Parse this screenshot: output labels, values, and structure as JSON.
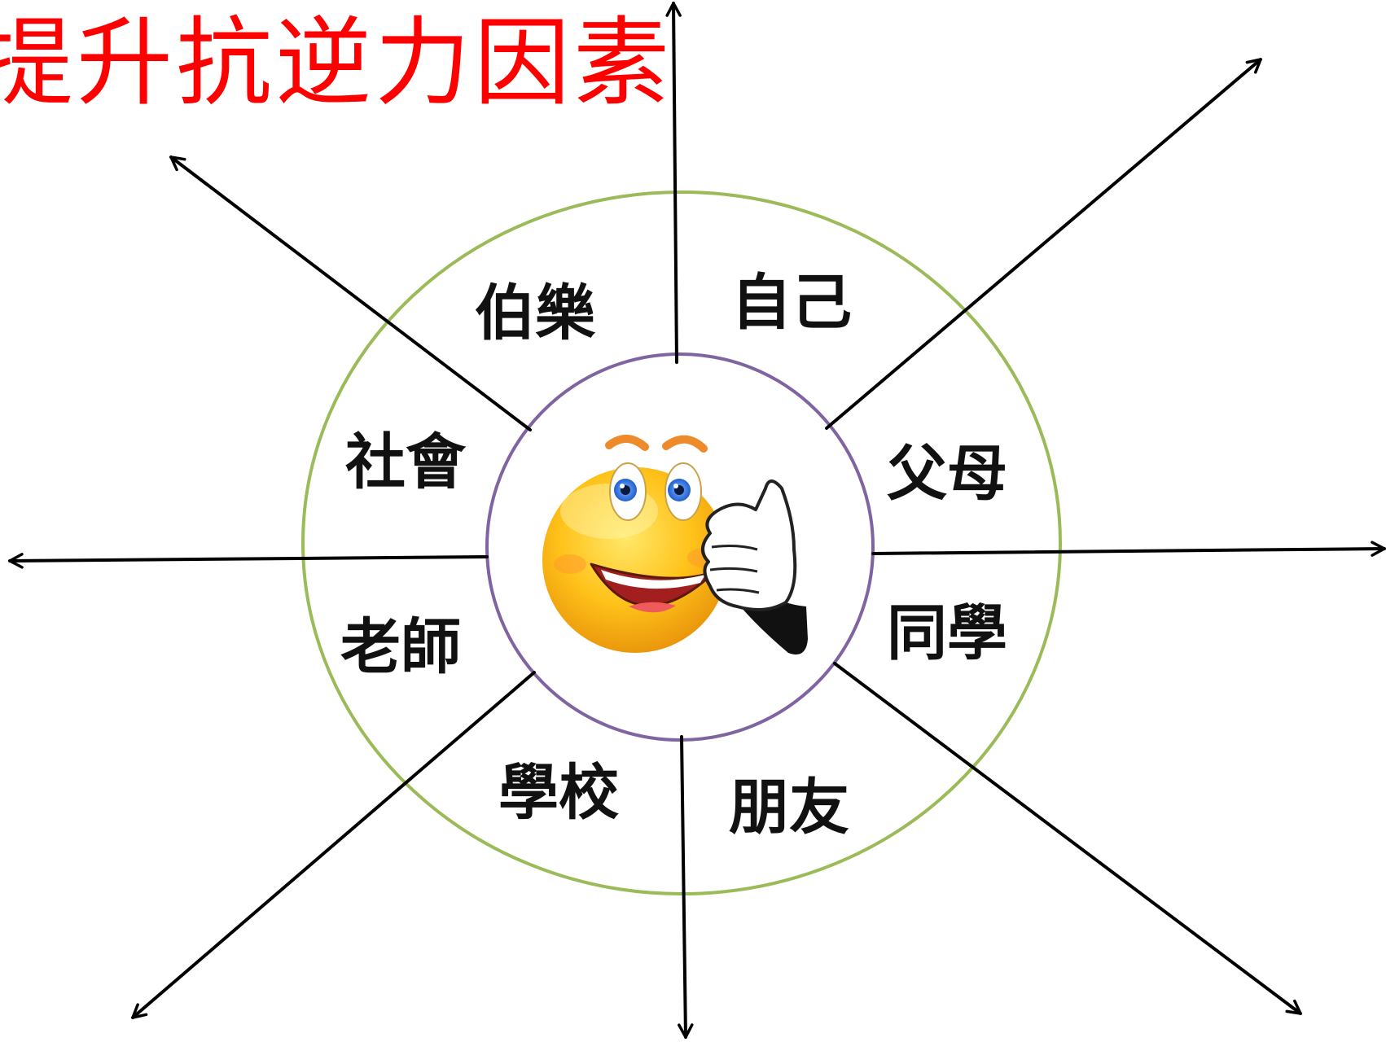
{
  "title": "提升抗逆力因素",
  "center": {
    "icon": "smiley-thumbs-up-icon"
  },
  "factors": [
    {
      "id": "self",
      "label": "自己"
    },
    {
      "id": "parents",
      "label": "父母"
    },
    {
      "id": "classmates",
      "label": "同學"
    },
    {
      "id": "friends",
      "label": "朋友"
    },
    {
      "id": "school",
      "label": "學校"
    },
    {
      "id": "teachers",
      "label": "老師"
    },
    {
      "id": "society",
      "label": "社會"
    },
    {
      "id": "mentor",
      "label": "伯樂"
    }
  ],
  "colors": {
    "title": "#ff0000",
    "outer_ring": "#9bbb59",
    "inner_ring": "#8064a2",
    "arrows": "#000000",
    "labels": "#111111"
  }
}
